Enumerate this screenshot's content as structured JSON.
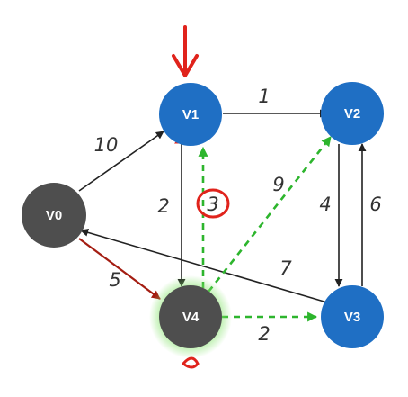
{
  "colors": {
    "blue_node": "#1f6fc4",
    "gray_node": "#4e4e4e",
    "edge_black": "#222222",
    "edge_green": "#2db52d",
    "edge_red": "#a41d12",
    "annotation_red": "#e0231c",
    "glow_green": "#86e36c"
  },
  "nodes": [
    {
      "id": "V0",
      "label": "V0",
      "kind": "gray"
    },
    {
      "id": "V1",
      "label": "V1",
      "kind": "blue"
    },
    {
      "id": "V2",
      "label": "V2",
      "kind": "blue"
    },
    {
      "id": "V3",
      "label": "V3",
      "kind": "blue"
    },
    {
      "id": "V4",
      "label": "V4",
      "kind": "gray",
      "highlighted": true
    }
  ],
  "edges": [
    {
      "from": "V0",
      "to": "V1",
      "weight": "10",
      "style": "solid-black"
    },
    {
      "from": "V1",
      "to": "V2",
      "weight": "1",
      "style": "solid-black"
    },
    {
      "from": "V1",
      "to": "V4",
      "weight": "2",
      "style": "solid-black"
    },
    {
      "from": "V2",
      "to": "V3",
      "weight": "4",
      "style": "solid-black"
    },
    {
      "from": "V3",
      "to": "V2",
      "weight": "6",
      "style": "solid-black"
    },
    {
      "from": "V3",
      "to": "V0",
      "weight": "7",
      "style": "solid-black"
    },
    {
      "from": "V0",
      "to": "V4",
      "weight": "5",
      "style": "solid-red"
    },
    {
      "from": "V4",
      "to": "V1",
      "weight": "3",
      "style": "dashed-green",
      "circled": true
    },
    {
      "from": "V4",
      "to": "V2",
      "weight": "9",
      "style": "dashed-green"
    },
    {
      "from": "V4",
      "to": "V3",
      "weight": "2",
      "style": "dashed-green"
    }
  ]
}
